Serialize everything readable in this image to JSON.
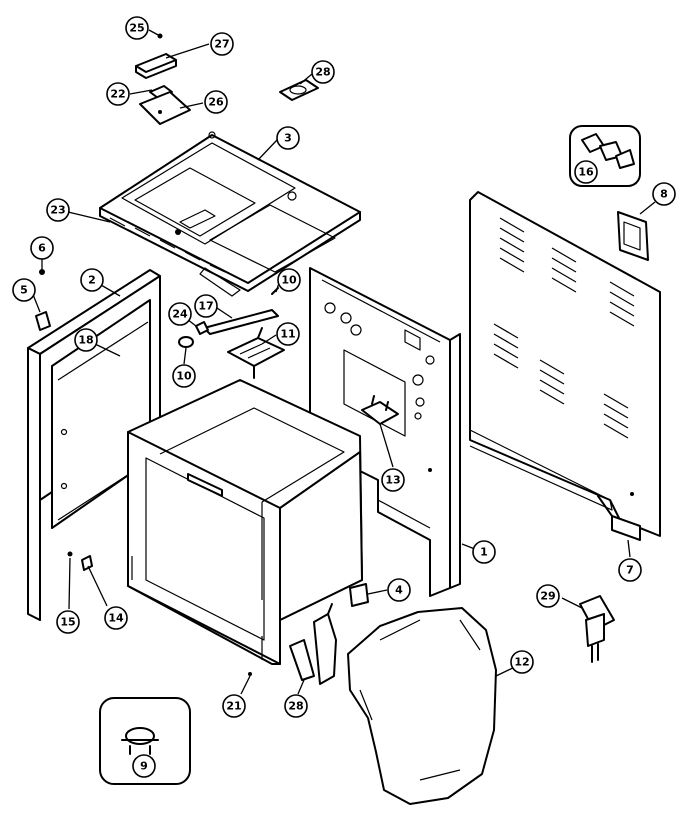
{
  "callouts": [
    {
      "id": "c1",
      "label": "1"
    },
    {
      "id": "c2",
      "label": "2"
    },
    {
      "id": "c3",
      "label": "3"
    },
    {
      "id": "c4",
      "label": "4"
    },
    {
      "id": "c5",
      "label": "5"
    },
    {
      "id": "c6",
      "label": "6"
    },
    {
      "id": "c7",
      "label": "7"
    },
    {
      "id": "c8",
      "label": "8"
    },
    {
      "id": "c9",
      "label": "9"
    },
    {
      "id": "c10a",
      "label": "10"
    },
    {
      "id": "c10b",
      "label": "10"
    },
    {
      "id": "c11",
      "label": "11"
    },
    {
      "id": "c12",
      "label": "12"
    },
    {
      "id": "c13",
      "label": "13"
    },
    {
      "id": "c14",
      "label": "14"
    },
    {
      "id": "c15",
      "label": "15"
    },
    {
      "id": "c16",
      "label": "16"
    },
    {
      "id": "c17",
      "label": "17"
    },
    {
      "id": "c18",
      "label": "18"
    },
    {
      "id": "c21",
      "label": "21"
    },
    {
      "id": "c22",
      "label": "22"
    },
    {
      "id": "c23",
      "label": "23"
    },
    {
      "id": "c24",
      "label": "24"
    },
    {
      "id": "c25",
      "label": "25"
    },
    {
      "id": "c26",
      "label": "26"
    },
    {
      "id": "c27",
      "label": "27"
    },
    {
      "id": "c28a",
      "label": "28"
    },
    {
      "id": "c28b",
      "label": "28"
    },
    {
      "id": "c29",
      "label": "29"
    }
  ]
}
